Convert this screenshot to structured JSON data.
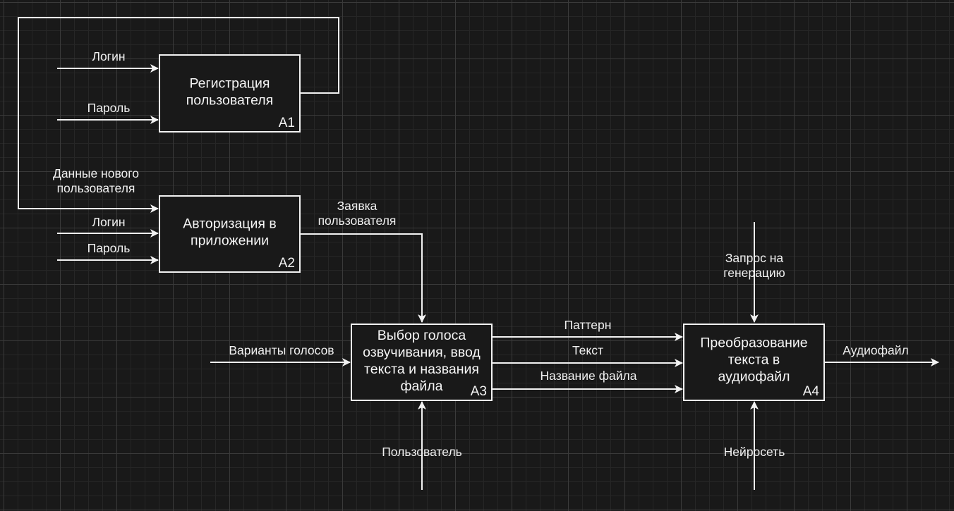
{
  "blocks": {
    "a1": {
      "title": "Регистрация пользователя",
      "number": "A1"
    },
    "a2": {
      "title": "Авторизация в приложении",
      "number": "A2"
    },
    "a3": {
      "title": "Выбор голоса озвучивания, ввод текста и названия файла",
      "number": "A3"
    },
    "a4": {
      "title": "Преобразование текста в аудиофайл",
      "number": "A4"
    }
  },
  "arrows": {
    "a1_login": "Логин",
    "a1_password": "Пароль",
    "new_user_data": "Данные нового пользователя",
    "a2_login": "Логин",
    "a2_password": "Пароль",
    "user_request": "Заявка пользователя",
    "voice_options": "Варианты голосов",
    "user": "Пользователь",
    "pattern": "Паттерн",
    "text": "Текст",
    "file_name": "Название файла",
    "generation_request": "Запрос на генерацию",
    "neural_network": "Нейросеть",
    "audio_file": "Аудиофайл"
  },
  "colors": {
    "background": "#191919",
    "line": "#f2f2f2",
    "text": "#f0f0f0"
  }
}
